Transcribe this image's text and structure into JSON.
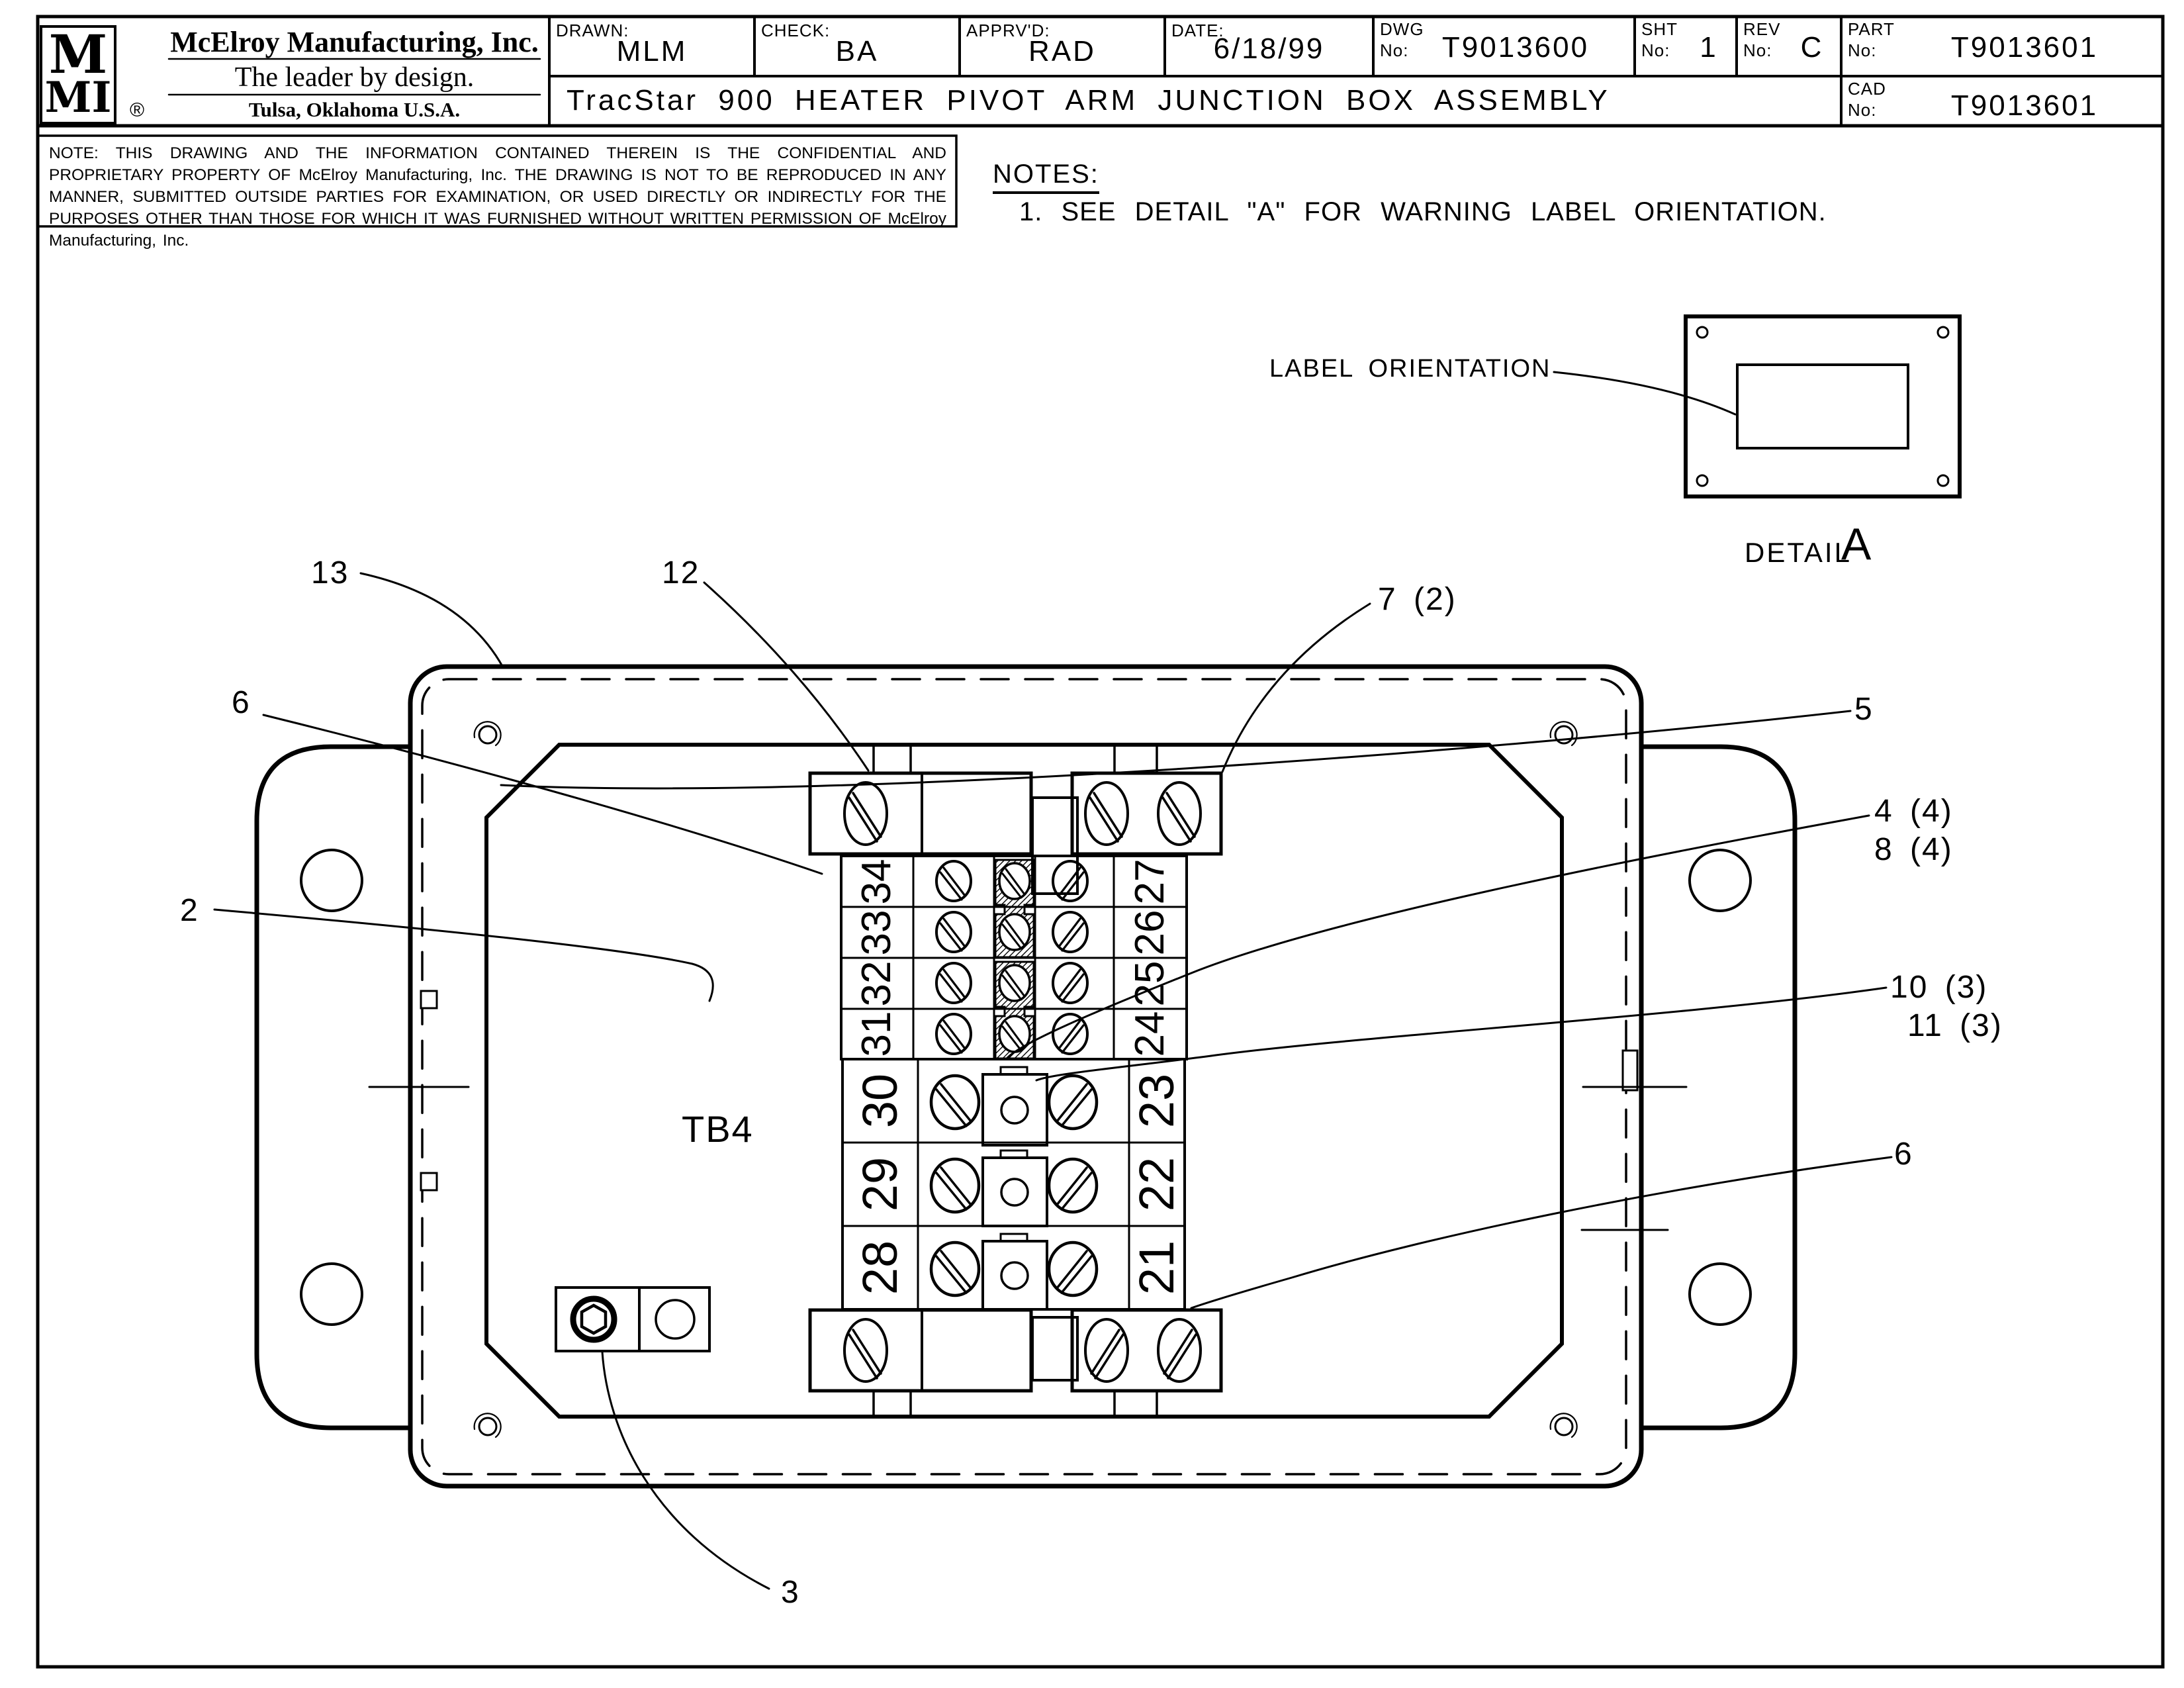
{
  "title_block": {
    "logo_top": "M",
    "logo_bottom": "MI",
    "registered": "®",
    "company": "McElroy Manufacturing, Inc.",
    "tagline": "The leader by design.",
    "location": "Tulsa, Oklahoma U.S.A.",
    "drawn_label": "DRAWN:",
    "drawn_value": "MLM",
    "check_label": "CHECK:",
    "check_value": "BA",
    "apprvd_label": "APPRV'D:",
    "apprvd_value": "RAD",
    "date_label": "DATE:",
    "date_value": "6/18/99",
    "dwg_label1": "DWG",
    "dwg_label2": "No:",
    "dwg_value": "T9013600",
    "sht_label1": "SHT",
    "sht_label2": "No:",
    "sht_value": "1",
    "rev_label1": "REV",
    "rev_label2": "No:",
    "rev_value": "C",
    "part_label1": "PART",
    "part_label2": "No:",
    "part_value": "T9013601",
    "cad_label1": "CAD",
    "cad_label2": "No:",
    "cad_value": "T9013601",
    "drawing_title": "TracStar 900 HEATER PIVOT ARM JUNCTION BOX ASSEMBLY"
  },
  "confidential_note": "NOTE: THIS DRAWING AND THE INFORMATION CONTAINED THEREIN IS THE CONFIDENTIAL AND PROPRIETARY PROPERTY OF McElroy Manufacturing, Inc. THE DRAWING IS NOT TO BE REPRODUCED IN ANY MANNER, SUBMITTED OUTSIDE PARTIES FOR EXAMINATION, OR USED DIRECTLY OR INDIRECTLY FOR THE PURPOSES OTHER THAN THOSE FOR WHICH IT WAS FURNISHED WITHOUT WRITTEN PERMISSION OF McElroy Manufacturing, Inc.",
  "notes": {
    "heading": "NOTES:",
    "item_1": "1. SEE DETAIL \"A\" FOR WARNING LABEL ORIENTATION."
  },
  "detail_a": {
    "callout": "LABEL ORIENTATION",
    "label": "DETAIL",
    "letter": "A"
  },
  "terminal_block": {
    "name": "TB4",
    "left_top": [
      "34",
      "33",
      "32",
      "31"
    ],
    "right_top": [
      "27",
      "26",
      "25",
      "24"
    ],
    "left_bottom": [
      "30",
      "29",
      "28"
    ],
    "right_bottom": [
      "23",
      "22",
      "21"
    ]
  },
  "callouts": {
    "c13": "13",
    "c12": "12",
    "c7": "7 (2)",
    "c5": "5",
    "c4": "4 (4)",
    "c8": "8 (4)",
    "c10": "10 (3)",
    "c11": "11 (3)",
    "c6_right": "6",
    "c6_left": "6",
    "c2": "2",
    "c3": "3"
  }
}
